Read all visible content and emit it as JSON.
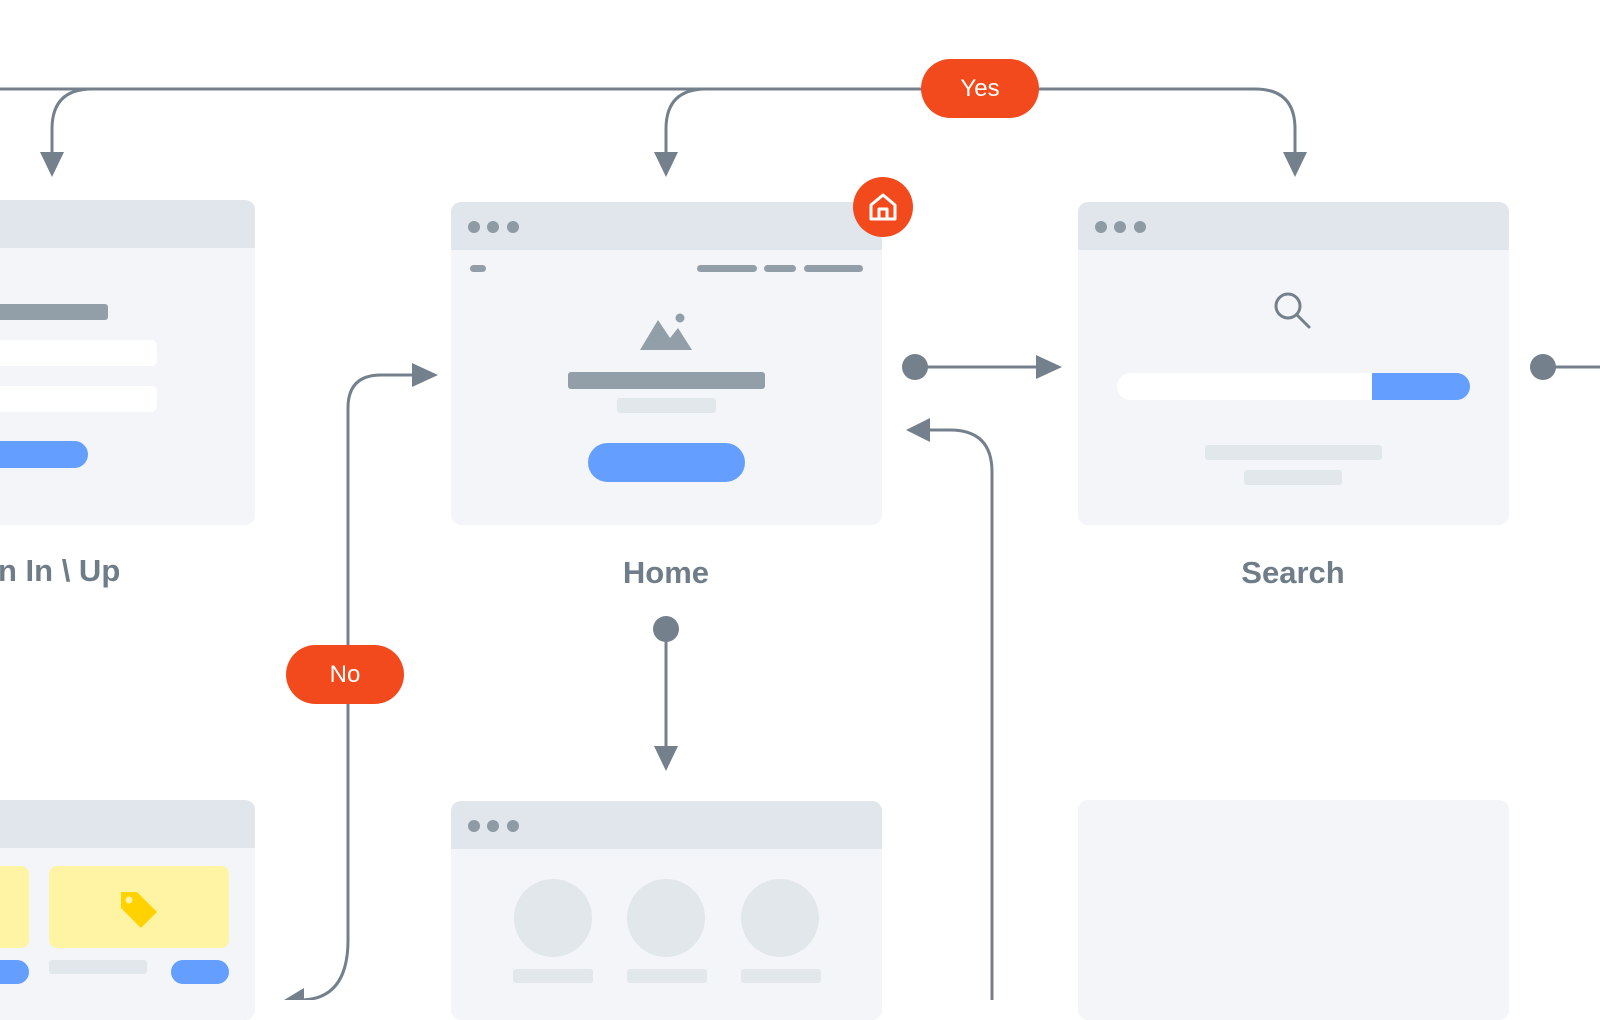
{
  "screens": {
    "signin": {
      "label": "n In \\ Up"
    },
    "home": {
      "label": "Home"
    },
    "search": {
      "label": "Search"
    }
  },
  "decisions": {
    "yes": "Yes",
    "no": "No"
  },
  "icons": {
    "home_badge": "home-icon",
    "image_placeholder": "image-icon",
    "search": "search-icon",
    "tag": "tag-icon"
  },
  "colors": {
    "accent": "#f34a1d",
    "connector": "#74818d",
    "primary_button": "#649eff",
    "frame": "#f3f5f8",
    "titlebar": "#e0e6eb",
    "tag_card": "#fff4a3"
  }
}
